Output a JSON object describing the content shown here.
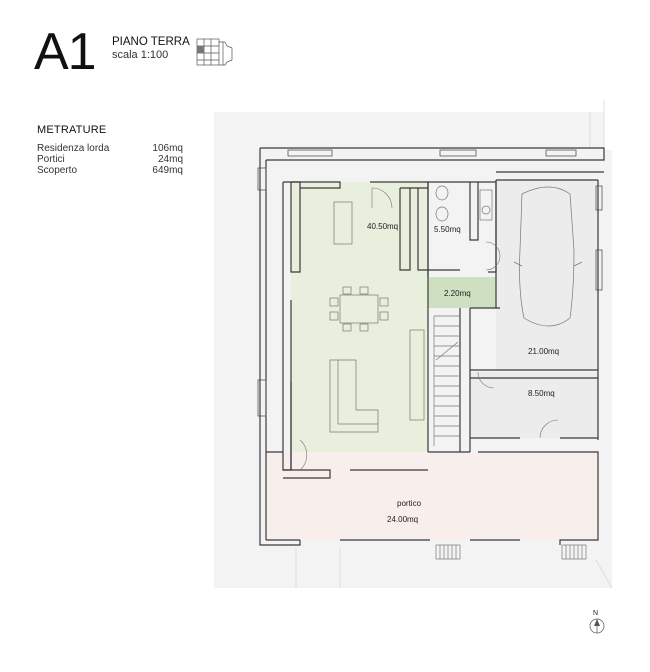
{
  "header": {
    "code": "A1",
    "floor": "PIANO TERRA",
    "scale": "scala 1:100"
  },
  "metrature": {
    "title": "METRATURE",
    "rows": [
      {
        "label": "Residenza lorda",
        "value": "106mq"
      },
      {
        "label": "Portici",
        "value": "24mq"
      },
      {
        "label": "Scoperto",
        "value": "649mq"
      }
    ]
  },
  "plan": {
    "rooms": [
      {
        "id": "living",
        "label": "40.50mq"
      },
      {
        "id": "bathroom",
        "label": "5.50mq"
      },
      {
        "id": "corridor",
        "label": "2.20mq"
      },
      {
        "id": "garage",
        "label": "21.00mq"
      },
      {
        "id": "storage",
        "label": "8.50mq"
      },
      {
        "id": "portico-name",
        "label": "portico"
      },
      {
        "id": "portico-area",
        "label": "24.00mq"
      }
    ],
    "north": "N"
  },
  "colors": {
    "living": "#e9efdd",
    "corridor": "#cfe0c2",
    "garage": "#ececec",
    "portico": "#f8eeec",
    "scoperto": "#f3f3f3",
    "wall": "#3a3a3a"
  }
}
